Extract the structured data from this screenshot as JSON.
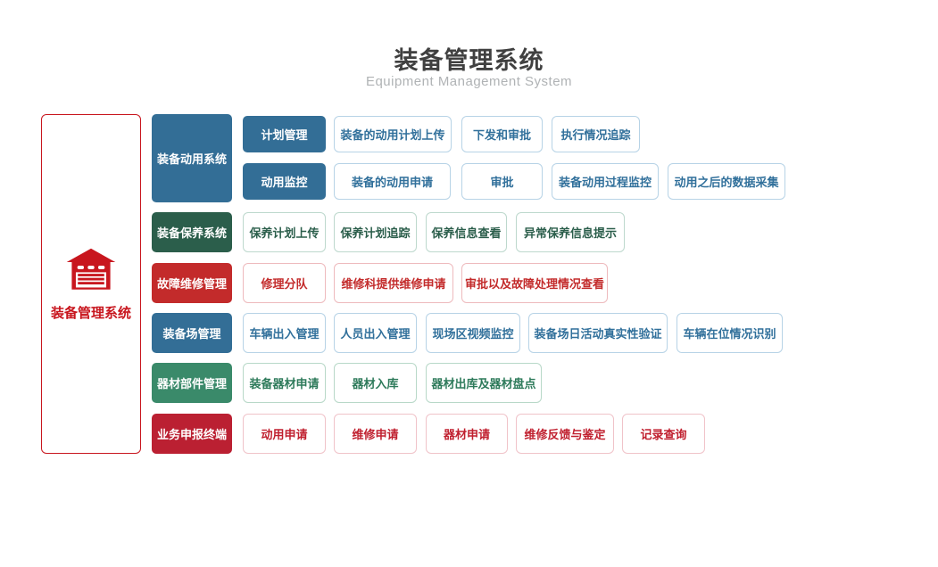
{
  "header": {
    "title": "装备管理系统",
    "subtitle": "Equipment Management System"
  },
  "root": {
    "label": "装备管理系统",
    "icon": "garage-icon",
    "color": "#c8161e"
  },
  "categories": [
    {
      "id": "equipment-mobilization-system",
      "label": "装备动用系统",
      "color": "#336e96",
      "border_tint": "#b7d3e6",
      "item_color": "#31709b",
      "rows": [
        {
          "sub_id": "plan-management",
          "sub": "计划管理",
          "items": [
            "装备的动用计划上传",
            "下发和审批",
            "执行情况追踪"
          ]
        },
        {
          "sub_id": "mobilization-monitoring",
          "sub": "动用监控",
          "items": [
            "装备的动用申请",
            "审批",
            "装备动用过程监控",
            "动用之后的数据采集"
          ]
        }
      ]
    },
    {
      "id": "equipment-maintenance-system",
      "label": "装备保养系统",
      "color": "#2b5e4b",
      "border_tint": "#bdd8cd",
      "item_color": "#2b5e4b",
      "rows": [
        {
          "items": [
            "保养计划上传",
            "保养计划追踪",
            "保养信息查看",
            "异常保养信息提示"
          ]
        }
      ]
    },
    {
      "id": "fault-repair-management",
      "label": "故障维修管理",
      "color": "#c32b2b",
      "border_tint": "#eebabd",
      "item_color": "#c32b2b",
      "rows": [
        {
          "items": [
            "修理分队",
            "维修科提供维修申请",
            "审批以及故障处理情况查看"
          ]
        }
      ]
    },
    {
      "id": "equipment-depot-management",
      "label": "装备场管理",
      "color": "#336e96",
      "border_tint": "#b7d3e6",
      "item_color": "#31709b",
      "rows": [
        {
          "items": [
            "车辆出入管理",
            "人员出入管理",
            "现场区视频监控",
            "装备场日活动真实性验证",
            "车辆在位情况识别"
          ]
        }
      ]
    },
    {
      "id": "materiel-parts-management",
      "label": "器材部件管理",
      "color": "#3a8a6a",
      "border_tint": "#b8d8c8",
      "item_color": "#2d7a5a",
      "rows": [
        {
          "items": [
            "装备器材申请",
            "器材入库",
            "器材出库及器材盘点"
          ]
        }
      ]
    },
    {
      "id": "business-declaration-terminal",
      "label": "业务申报终端",
      "color": "#bb2032",
      "border_tint": "#f0c3c9",
      "item_color": "#c0202f",
      "rows": [
        {
          "items": [
            "动用申请",
            "维修申请",
            "器材申请",
            "维修反馈与鉴定",
            "记录查询"
          ]
        }
      ]
    }
  ]
}
